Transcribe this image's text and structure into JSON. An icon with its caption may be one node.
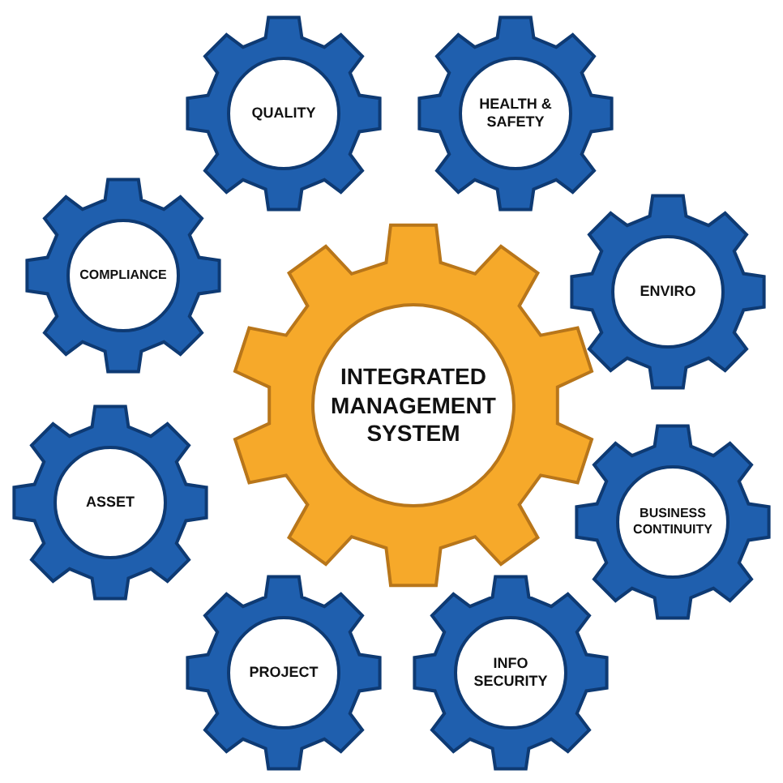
{
  "diagram": {
    "nodes": [
      {
        "text": [
          "QUALITY"
        ]
      },
      {
        "text": [
          "HEALTH & SAFETY"
        ]
      },
      {
        "text": [
          "COMPLIANCE"
        ]
      },
      {
        "text": [
          "INTEGRATED MANAGEMENT SYSTEM"
        ]
      },
      {
        "text": [
          "ENVIRO"
        ]
      },
      {
        "text": [
          "ASSET"
        ]
      },
      {
        "text": [
          "BUSINESS CONTINUITY"
        ]
      },
      {
        "text": [
          "PROJECT"
        ]
      },
      {
        "text": [
          "INFO SECURITY"
        ]
      }
    ]
  }
}
